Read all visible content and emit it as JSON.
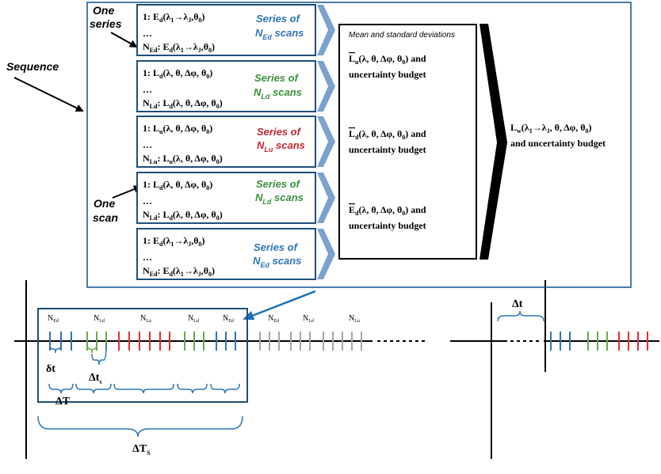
{
  "labels": {
    "sequence": "Sequence",
    "one_series_1": "One",
    "one_series_2": "series",
    "one_scan_1": "One",
    "one_scan_2": "scan"
  },
  "boxes": [
    {
      "l1": [
        {
          "t": "1: E"
        },
        {
          "t": "d",
          "s": "sub"
        },
        {
          "t": "(λ"
        },
        {
          "t": "1",
          "s": "sub"
        },
        {
          "t": "→λ"
        },
        {
          "t": "J",
          "s": "sub"
        },
        {
          "t": ",θ"
        },
        {
          "t": "0",
          "s": "sub"
        },
        {
          "t": ")"
        }
      ],
      "l3": [
        {
          "t": "N"
        },
        {
          "t": "Ed",
          "s": "sub"
        },
        {
          "t": ": E"
        },
        {
          "t": "d",
          "s": "sub"
        },
        {
          "t": "(λ"
        },
        {
          "t": "1",
          "s": "sub"
        },
        {
          "t": "→λ"
        },
        {
          "t": "J",
          "s": "sub"
        },
        {
          "t": ",θ"
        },
        {
          "t": "0",
          "s": "sub"
        },
        {
          "t": ")"
        }
      ],
      "series_1": "Series of",
      "series_N": "N",
      "series_sub": "Ed",
      "series_3": " scans",
      "color": "#2e75b6"
    },
    {
      "l1": [
        {
          "t": "1: L"
        },
        {
          "t": "d",
          "s": "sub"
        },
        {
          "t": "(λ, θ, Δφ, θ"
        },
        {
          "t": "0",
          "s": "sub"
        },
        {
          "t": ")"
        }
      ],
      "l3": [
        {
          "t": "N"
        },
        {
          "t": "Ld",
          "s": "sub"
        },
        {
          "t": ": L"
        },
        {
          "t": "d",
          "s": "sub"
        },
        {
          "t": "(λ, θ, Δφ, θ"
        },
        {
          "t": "0",
          "s": "sub"
        },
        {
          "t": ")"
        }
      ],
      "series_1": "Series of",
      "series_N": "N",
      "series_sub": "Ld",
      "series_3": " scans",
      "color": "#3a8f3a"
    },
    {
      "l1": [
        {
          "t": "1: L"
        },
        {
          "t": "u",
          "s": "sub"
        },
        {
          "t": "(λ, θ, Δφ, θ"
        },
        {
          "t": "0",
          "s": "sub"
        },
        {
          "t": ")"
        }
      ],
      "l3": [
        {
          "t": "N"
        },
        {
          "t": "Lu",
          "s": "sub"
        },
        {
          "t": ": L"
        },
        {
          "t": "u",
          "s": "sub"
        },
        {
          "t": "(λ, θ, Δφ, θ"
        },
        {
          "t": "0",
          "s": "sub"
        },
        {
          "t": ")"
        }
      ],
      "series_1": "Series of",
      "series_N": "N",
      "series_sub": "Lu",
      "series_3": " scans",
      "color": "#c0282d"
    },
    {
      "l1": [
        {
          "t": "1: L"
        },
        {
          "t": "d",
          "s": "sub"
        },
        {
          "t": "(λ, θ, Δφ, θ"
        },
        {
          "t": "0",
          "s": "sub"
        },
        {
          "t": ")"
        }
      ],
      "l3": [
        {
          "t": "N"
        },
        {
          "t": "Ld",
          "s": "sub"
        },
        {
          "t": ": L"
        },
        {
          "t": "d",
          "s": "sub"
        },
        {
          "t": "(λ, θ, Δφ, θ"
        },
        {
          "t": "0",
          "s": "sub"
        },
        {
          "t": ")"
        }
      ],
      "series_1": "Series of",
      "series_N": "N",
      "series_sub": "Ld",
      "series_3": " scans",
      "color": "#3a8f3a"
    },
    {
      "l1": [
        {
          "t": "1: E"
        },
        {
          "t": "d",
          "s": "sub"
        },
        {
          "t": "(λ"
        },
        {
          "t": "1",
          "s": "sub"
        },
        {
          "t": "→λ"
        },
        {
          "t": "J",
          "s": "sub"
        },
        {
          "t": ",θ"
        },
        {
          "t": "0",
          "s": "sub"
        },
        {
          "t": ")"
        }
      ],
      "l3": [
        {
          "t": "N"
        },
        {
          "t": "Ed",
          "s": "sub"
        },
        {
          "t": ": E"
        },
        {
          "t": "d",
          "s": "sub"
        },
        {
          "t": "(λ"
        },
        {
          "t": "1",
          "s": "sub"
        },
        {
          "t": "→λ"
        },
        {
          "t": "J",
          "s": "sub"
        },
        {
          "t": ",θ"
        },
        {
          "t": "0",
          "s": "sub"
        },
        {
          "t": ")"
        }
      ],
      "series_1": "Series of",
      "series_N": "N",
      "series_sub": "Ed",
      "series_3": " scans",
      "color": "#2e75b6"
    }
  ],
  "ellipsis": "…",
  "mean_box": {
    "title": "Mean and standard deviations",
    "items": [
      {
        "l1": [
          {
            "t": "L",
            "s": "over"
          },
          {
            "t": "u",
            "s": "sub"
          },
          {
            "t": "(λ, θ, Δφ, θ"
          },
          {
            "t": "0",
            "s": "sub"
          },
          {
            "t": ") and"
          }
        ],
        "l2": "uncertainty budget"
      },
      {
        "l1": [
          {
            "t": "L",
            "s": "over"
          },
          {
            "t": "d",
            "s": "sub"
          },
          {
            "t": "(λ, θ, Δφ, θ"
          },
          {
            "t": "0",
            "s": "sub"
          },
          {
            "t": ") and"
          }
        ],
        "l2": "uncertainty budget"
      },
      {
        "l1": [
          {
            "t": "E",
            "s": "over"
          },
          {
            "t": "d",
            "s": "sub"
          },
          {
            "t": "(λ, θ, Δφ, θ"
          },
          {
            "t": "0",
            "s": "sub"
          },
          {
            "t": ") and"
          }
        ],
        "l2": "uncertainty budget"
      }
    ]
  },
  "result": {
    "l1": [
      {
        "t": "L"
      },
      {
        "t": "w",
        "s": "sub"
      },
      {
        "t": "(λ"
      },
      {
        "t": "1",
        "s": "sub"
      },
      {
        "t": "→λ"
      },
      {
        "t": "J",
        "s": "sub"
      },
      {
        "t": ", θ, Δφ, θ"
      },
      {
        "t": "0",
        "s": "sub"
      },
      {
        "t": ")"
      }
    ],
    "l2": "and uncertainty budget"
  },
  "timeline": {
    "group_labels": [
      {
        "N": "N",
        "sub": "Ed"
      },
      {
        "N": "N",
        "sub": "Ld"
      },
      {
        "N": "N",
        "sub": "Lu"
      },
      {
        "N": "N",
        "sub": "Ld"
      },
      {
        "N": "N",
        "sub": "Ed"
      },
      {
        "N": "N",
        "sub": "Ed"
      },
      {
        "N": "N",
        "sub": "Ld"
      },
      {
        "N": "N",
        "sub": "Lu"
      }
    ],
    "delta_t_small": "δt",
    "delta_t_s": "Δt",
    "delta_t_s_sub": "s",
    "delta_T": "ΔT",
    "delta_T_S": "ΔT",
    "delta_T_S_sub": "S",
    "delta_t_gap": "Δt"
  },
  "colors": {
    "frame": "#4a7bb0",
    "chevron": "#7da0cf",
    "blue": "#2e75b6",
    "green": "#6aa84f",
    "red": "#e03030",
    "grey": "#a6a6a6",
    "arrow_blue": "#1f6fb8"
  }
}
